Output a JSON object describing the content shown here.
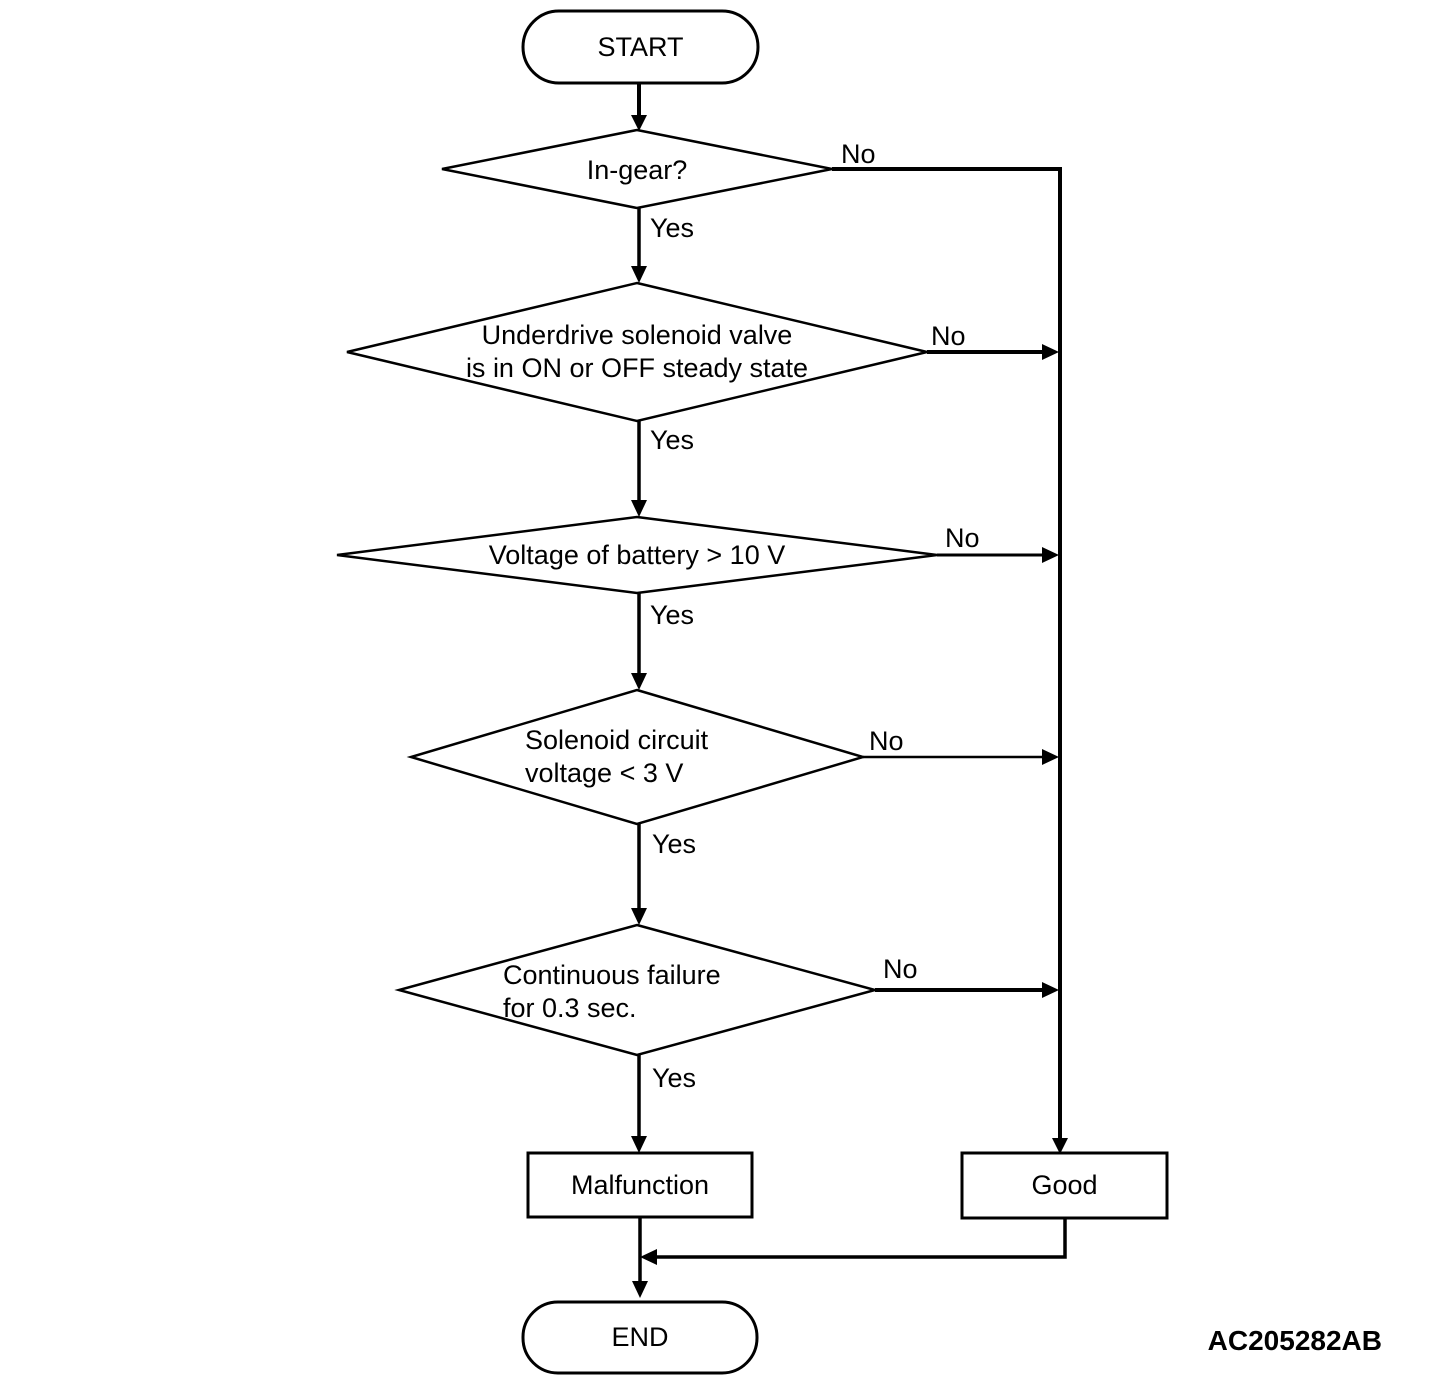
{
  "flowchart": {
    "start_label": "START",
    "end_label": "END",
    "decisions": [
      {
        "line1": "In-gear?",
        "yes": "Yes",
        "no": "No"
      },
      {
        "line1": "Underdrive solenoid valve",
        "line2": "is in ON or OFF steady state",
        "yes": "Yes",
        "no": "No"
      },
      {
        "line1": "Voltage of battery > 10 V",
        "yes": "Yes",
        "no": "No"
      },
      {
        "line1": "Solenoid circuit",
        "line2": "voltage < 3 V",
        "yes": "Yes",
        "no": "No"
      },
      {
        "line1": "Continuous failure",
        "line2": "for 0.3 sec.",
        "yes": "Yes",
        "no": "No"
      }
    ],
    "outcomes": {
      "malfunction": "Malfunction",
      "good": "Good"
    },
    "figure_code": "AC205282AB",
    "colors": {
      "line": "#000000",
      "background": "#ffffff"
    }
  }
}
